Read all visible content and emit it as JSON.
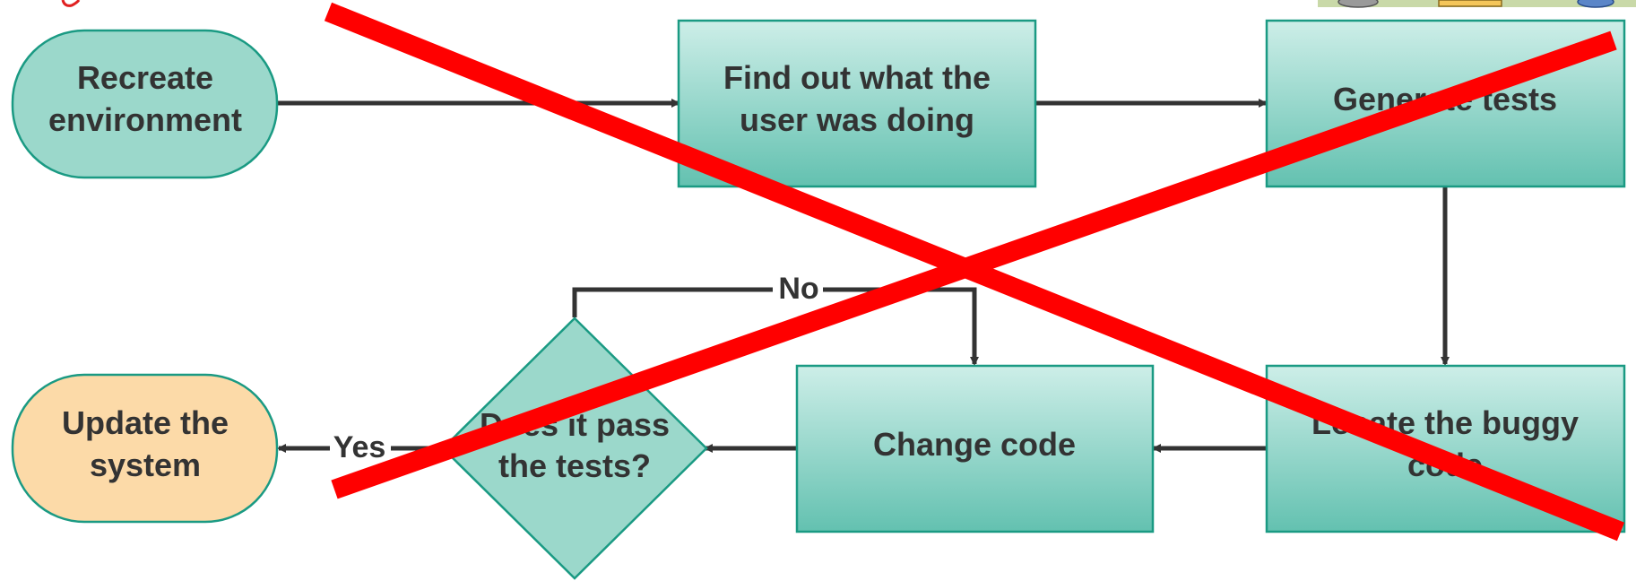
{
  "diagram": {
    "nodes": {
      "recreate": {
        "lines": [
          "Recreate",
          "environment"
        ],
        "shape": "terminator",
        "color": "#9bd8cb"
      },
      "find_out": {
        "lines": [
          "Find out what the",
          "user was doing"
        ],
        "shape": "process"
      },
      "generate": {
        "lines": [
          "Generate tests"
        ],
        "shape": "process"
      },
      "locate": {
        "lines": [
          "Locate the buggy",
          "code"
        ],
        "shape": "process"
      },
      "change": {
        "lines": [
          "Change code"
        ],
        "shape": "process"
      },
      "decision": {
        "lines": [
          "Does it pass",
          "the tests?"
        ],
        "shape": "decision",
        "color": "#9bd8cb"
      },
      "update": {
        "lines": [
          "Update the",
          "system"
        ],
        "shape": "terminator",
        "color": "#fcdaa8"
      }
    },
    "edge_labels": {
      "no": "No",
      "yes": "Yes"
    },
    "process_gradient": [
      "#cdeee8",
      "#63c1b0"
    ],
    "stroke_color": "#1a9a83",
    "arrow_color": "#333333",
    "cross_color": "#ff0000"
  }
}
